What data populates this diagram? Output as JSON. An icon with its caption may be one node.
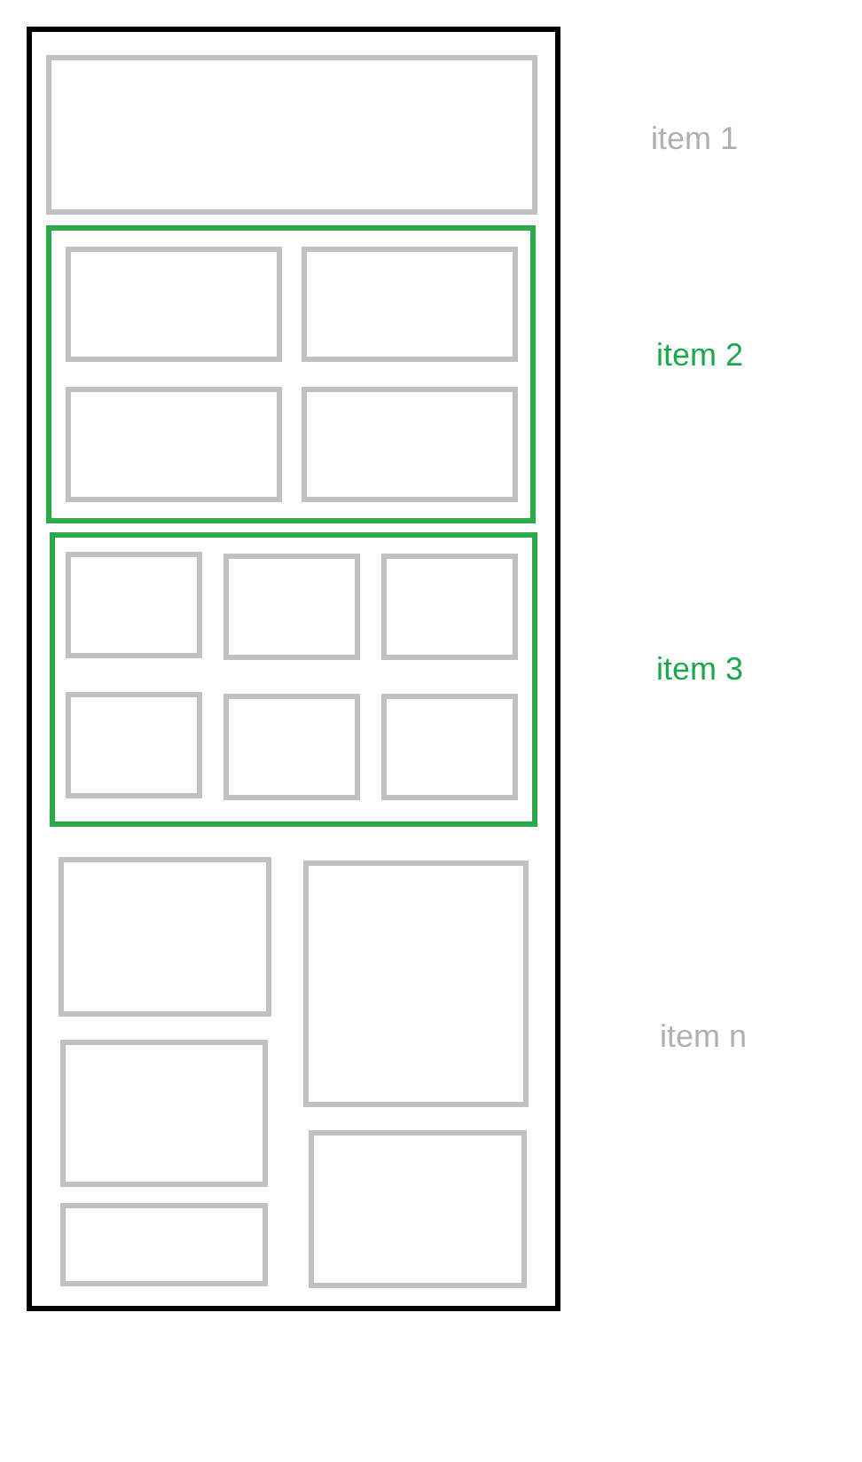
{
  "diagram": {
    "nodes": [
      {
        "text": [],
        "shape": "box"
      },
      {
        "text": [],
        "shape": "box",
        "in": 0
      },
      {
        "text": [],
        "shape": "box",
        "in": 0
      },
      {
        "text": [],
        "shape": "box",
        "in": 2
      },
      {
        "text": [],
        "shape": "box",
        "in": 2
      },
      {
        "text": [],
        "shape": "box",
        "in": 2
      },
      {
        "text": [],
        "shape": "box",
        "in": 2
      },
      {
        "text": [],
        "shape": "box",
        "in": 0
      },
      {
        "text": [],
        "shape": "box",
        "in": 7
      },
      {
        "text": [],
        "shape": "box",
        "in": 7
      },
      {
        "text": [],
        "shape": "box",
        "in": 7
      },
      {
        "text": [],
        "shape": "box",
        "in": 7
      },
      {
        "text": [],
        "shape": "box",
        "in": 7
      },
      {
        "text": [],
        "shape": "box",
        "in": 7
      },
      {
        "text": [],
        "shape": "box",
        "in": 0
      },
      {
        "text": [],
        "shape": "box",
        "in": 0
      },
      {
        "text": [],
        "shape": "box",
        "in": 0
      },
      {
        "text": [],
        "shape": "box",
        "in": 0
      },
      {
        "text": [],
        "shape": "box",
        "in": 0
      }
    ],
    "labels": [
      "item 1",
      "item 2",
      "item 3",
      "item n"
    ]
  }
}
